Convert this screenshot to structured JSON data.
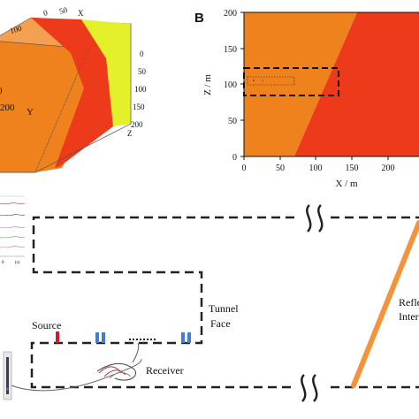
{
  "colors": {
    "layer_orange": "#f0821e",
    "layer_red": "#ec3a1a",
    "layer_yellow": "#e4f02a",
    "tunnel_outline": "#222222",
    "source_marker": "#d6182a",
    "receiver_marker": "#3f7fd0",
    "reflector_line": "#f5923a"
  },
  "panel_a": {
    "top_ticks": [
      "0",
      "50",
      "100"
    ],
    "top_axis_label": "X",
    "side_ticks": [
      "0",
      "50",
      "100",
      "150",
      "200"
    ],
    "side_axis_label": "Z",
    "front_labels": [
      "0",
      "200",
      "Y"
    ]
  },
  "panel_b": {
    "letter": "B",
    "xlabel": "X / m",
    "ylabel": "Z / m",
    "x_ticks": [
      "0",
      "50",
      "100",
      "150",
      "200"
    ],
    "y_ticks": [
      "0",
      "50",
      "100",
      "150",
      "200"
    ]
  },
  "panel_c": {
    "source_label": "Source",
    "receiver_label": "Receiver",
    "tunnel_face_label": [
      "Tunnel",
      "Face"
    ],
    "reflector_label": [
      "Refle",
      "Inter"
    ],
    "inset_ticks": [
      "0",
      "(s)"
    ]
  }
}
